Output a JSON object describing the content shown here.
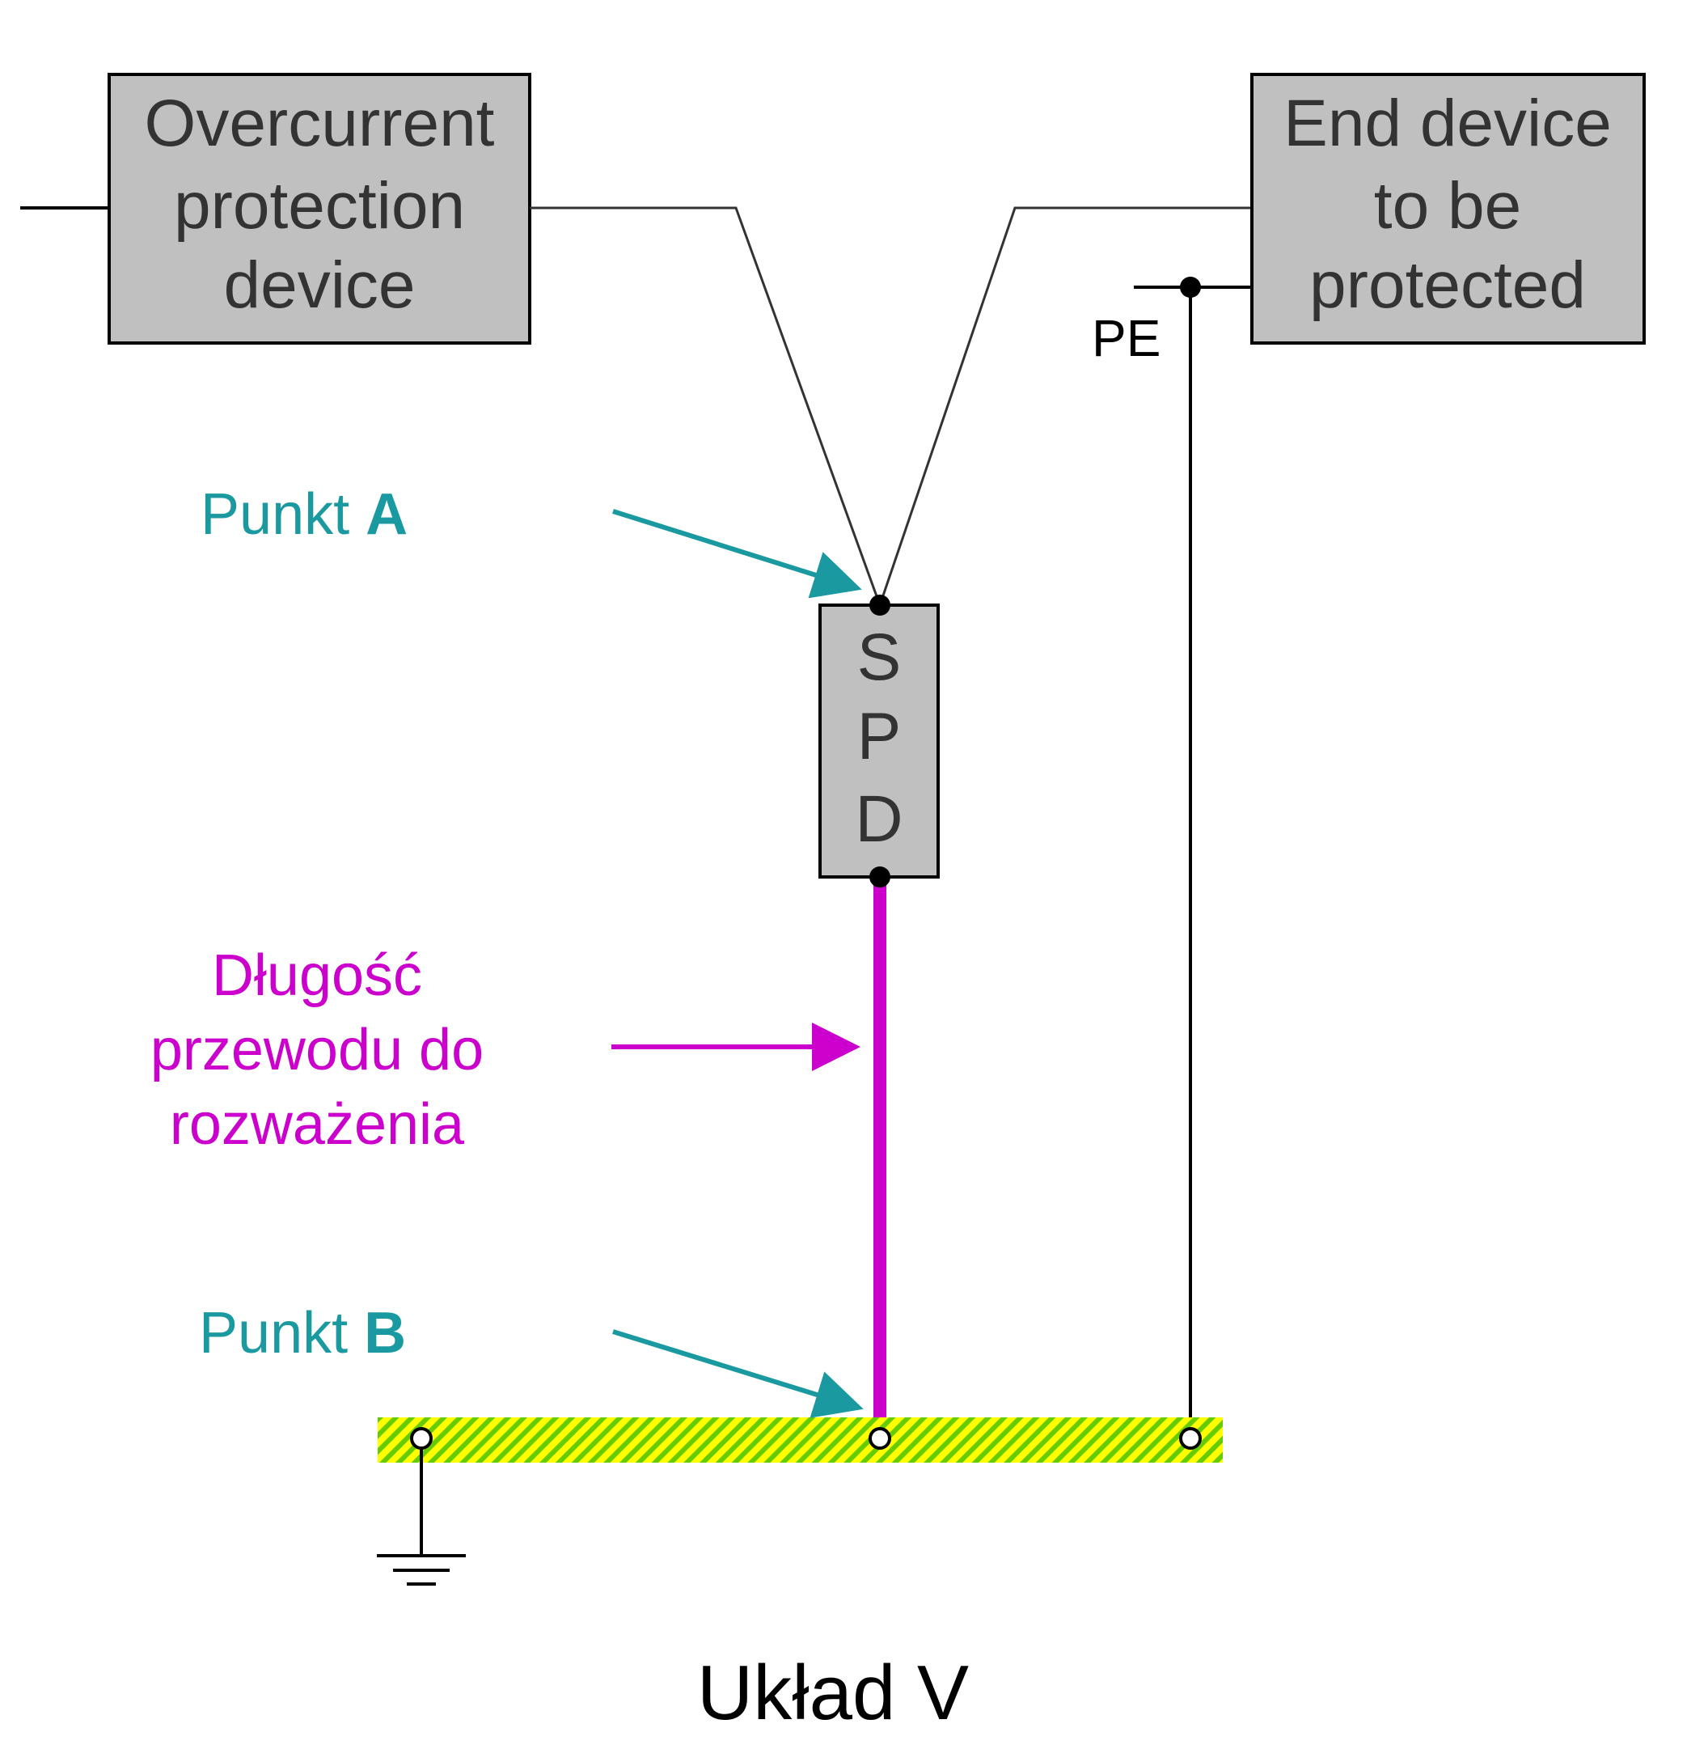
{
  "boxes": {
    "overcurrent": {
      "lines": [
        "Overcurrent",
        "protection",
        "device"
      ]
    },
    "end_device": {
      "lines": [
        "End device",
        "to be",
        "protected"
      ]
    },
    "spd": {
      "letters": [
        "S",
        "P",
        "D"
      ]
    }
  },
  "labels": {
    "pe": "PE",
    "punkt_a": {
      "prefix": "Punkt ",
      "letter": "A"
    },
    "punkt_b": {
      "prefix": "Punkt ",
      "letter": "B"
    },
    "length": [
      "Długość",
      "przewodu do",
      "rozważenia"
    ]
  },
  "caption": "Układ V",
  "colors": {
    "box_fill": "#c0c0c0",
    "teal": "#1a9aa0",
    "magenta": "#cc00cc",
    "busbar": "#ffff00",
    "busbar_hatch": "#66cc00"
  }
}
